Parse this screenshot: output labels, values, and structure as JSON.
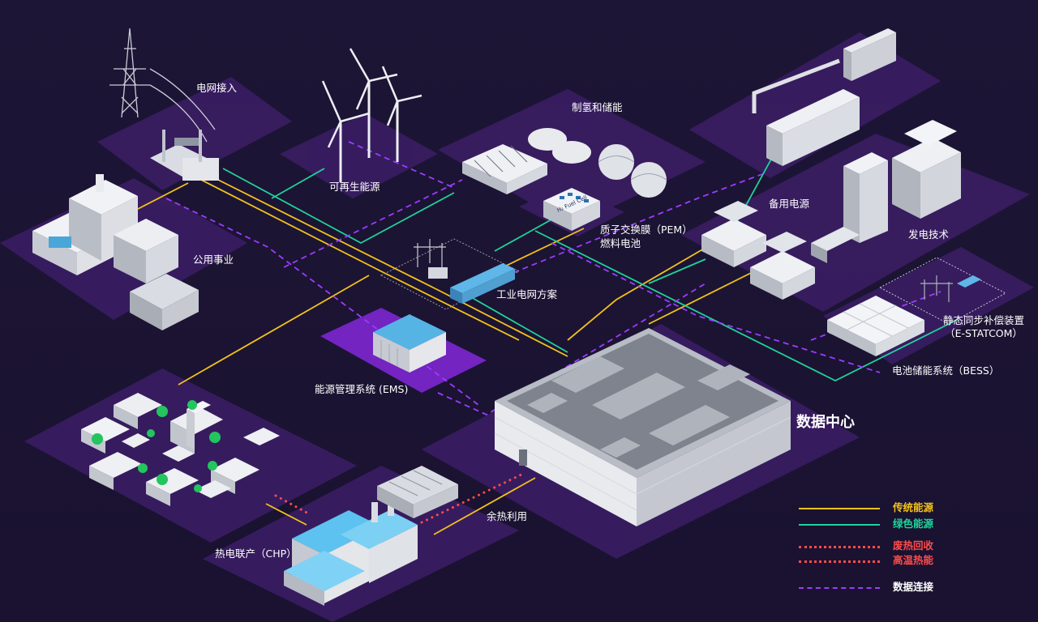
{
  "nodes": {
    "grid": "电网接入",
    "renewable": "可再生能源",
    "h2": "制氢和储能",
    "utility": "公用事业",
    "pem_line1": "质子交换膜（PEM）",
    "pem_line2": "燃料电池",
    "fuelcell_tag": "H₂ Fuel Cell",
    "backup": "备用电源",
    "gen": "发电技术",
    "industrial": "工业电网方案",
    "estatcom_line1": "静态同步补偿装置",
    "estatcom_line2": "（E-STATCOM）",
    "ems": "能源管理系统 (EMS)",
    "bess": "电池储能系统（BESS）",
    "datacenter": "数据中心",
    "waste_heat": "余热利用",
    "chp": "热电联产（CHP）"
  },
  "legend": [
    {
      "label": "传统能源",
      "style": "solid",
      "color": "#f2c21b"
    },
    {
      "label": "绿色能源",
      "style": "solid",
      "color": "#1fd39a"
    },
    {
      "label": "废热回收",
      "style": "dotted",
      "color": "#ff4b4b"
    },
    {
      "label": "高温热能",
      "style": "dotted",
      "color": "#ff4b4b"
    },
    {
      "label": "数据连接",
      "style": "dashed",
      "color": "#9b3cff"
    }
  ],
  "colors": {
    "background": "#1c1433",
    "platform": "#3b1e66",
    "traditional": "#f2c21b",
    "green": "#1fd39a",
    "heat": "#ff4b4b",
    "data": "#9b3cff",
    "ems_platform": "#8a2be2"
  }
}
